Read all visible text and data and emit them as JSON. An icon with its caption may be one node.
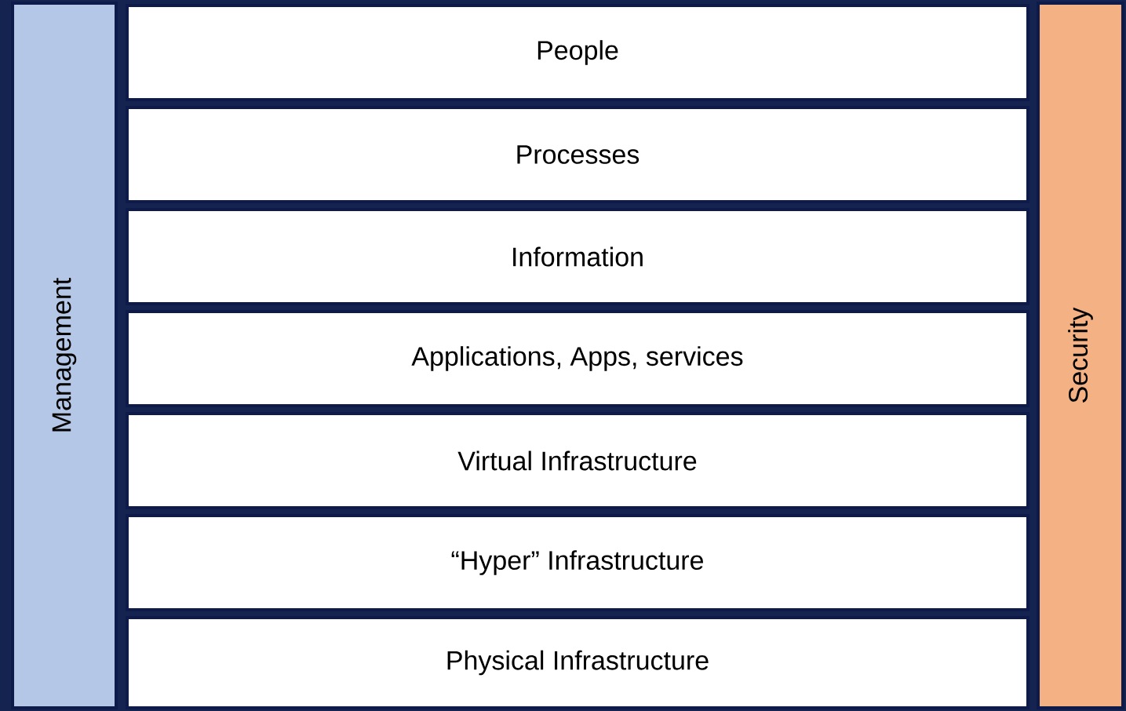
{
  "diagram": {
    "nodes": [
      {
        "text": [
          "Management"
        ]
      },
      {
        "text": [
          "People"
        ]
      },
      {
        "text": [
          "Processes"
        ]
      },
      {
        "text": [
          "Information"
        ]
      },
      {
        "text": [
          "Applications, Apps, services"
        ]
      },
      {
        "text": [
          "Virtual Infrastructure"
        ]
      },
      {
        "text": [
          "“Hyper” Infrastructure"
        ]
      },
      {
        "text": [
          "Physical Infrastructure"
        ]
      },
      {
        "text": [
          "Security"
        ]
      }
    ]
  }
}
